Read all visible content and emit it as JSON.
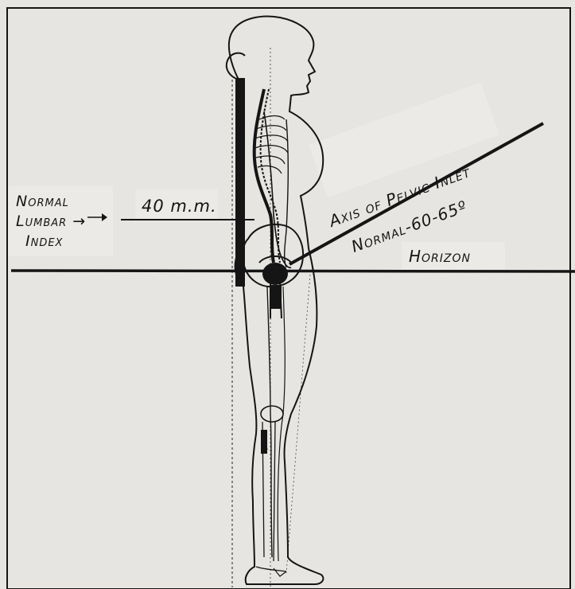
{
  "labels": {
    "lumbar_index": [
      "Normal",
      "Lumbar →",
      "Index"
    ],
    "measurement": "40 m.m.",
    "pelvic_axis": "Axis of Pelvic Inlet",
    "pelvic_normal": "Normal-60-65º",
    "horizon": "Horizon"
  },
  "colors": {
    "ink": "#151515",
    "paper": "#e6e5e1"
  }
}
